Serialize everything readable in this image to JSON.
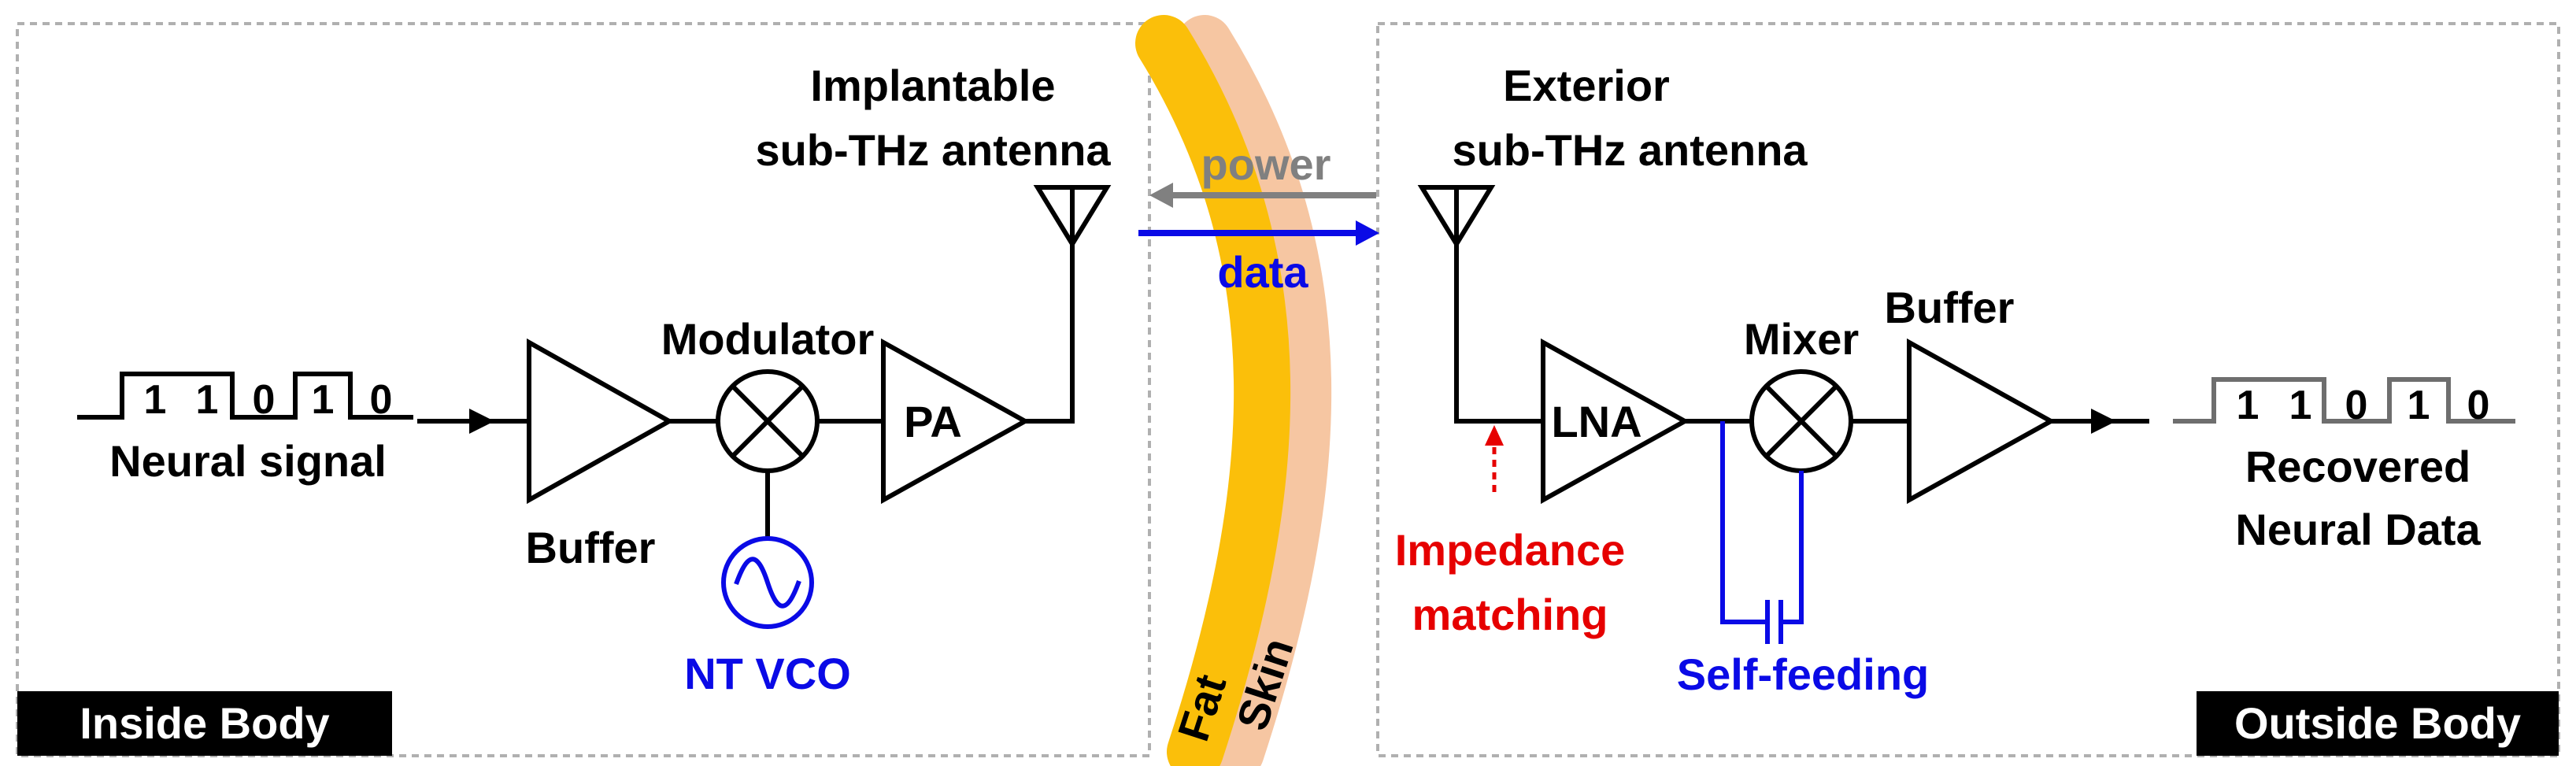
{
  "panels": {
    "inside_label": "Inside Body",
    "outside_label": "Outside Body"
  },
  "implant": {
    "antenna_title_1": "Implantable",
    "antenna_title_2": "sub-THz antenna",
    "input_bits": [
      "1",
      "1",
      "0",
      "1",
      "0"
    ],
    "input_label": "Neural signal",
    "buffer_label": "Buffer",
    "modulator_label": "Modulator",
    "pa_label": "PA",
    "vco_label": "NT VCO"
  },
  "tissue": {
    "power_label": "power",
    "data_label": "data",
    "fat_label": "Fat",
    "skin_label": "Skin"
  },
  "exterior": {
    "antenna_title_1": "Exterior",
    "antenna_title_2": "sub-THz antenna",
    "lna_label": "LNA",
    "mixer_label": "Mixer",
    "buffer_label": "Buffer",
    "impedance_label_1": "Impedance",
    "impedance_label_2": "matching",
    "self_feeding_label": "Self-feeding",
    "output_bits": [
      "1",
      "1",
      "0",
      "1",
      "0"
    ],
    "output_label_1": "Recovered",
    "output_label_2": "Neural Data"
  },
  "colors": {
    "blue": "#0a0ae6",
    "red": "#e60000",
    "gray": "#808080",
    "fat": "#fbbf0a",
    "skin": "#f6c6a2",
    "panel_label_bg": "#000000"
  }
}
